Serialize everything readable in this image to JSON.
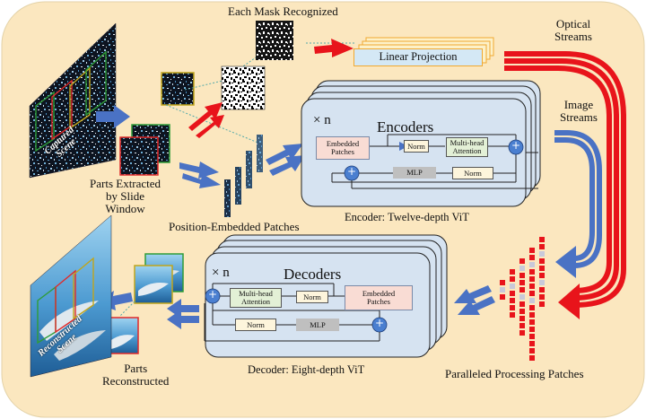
{
  "labels": {
    "each_mask": "Each Mask Recognized",
    "optical_streams": "Optical\nStreams",
    "image_streams": "Image\nStreams",
    "linear_projection": "Linear Projection",
    "captured_scene": "Captured\nScene",
    "parts_extracted": "Parts Extracted\nby Slide\nWindow",
    "position_embedded": "Position-Embedded Patches",
    "encoder_caption": "Encoder: Twelve-depth ViT",
    "paralleled": "Paralleled Processing Patches",
    "decoder_caption": "Decoder: Eight-depth ViT",
    "parts_reconstructed": "Parts\nReconstructed",
    "reconstructed_scene": "Reconstructed\nScene"
  },
  "encoder": {
    "times_n": "× n",
    "title": "Encoders",
    "embedded": "Embedded\nPatches",
    "norm1": "Norm",
    "attention": "Multi-head\nAttention",
    "mlp": "MLP",
    "norm2": "Norm",
    "plus": "+"
  },
  "decoder": {
    "times_n": "× n",
    "title": "Decoders",
    "attention": "Multi-head\nAttention",
    "norm1": "Norm",
    "embedded": "Embedded\nPatches",
    "norm2": "Norm",
    "mlp": "MLP",
    "plus": "+"
  },
  "colors": {
    "background": "#fbe7bf",
    "panel": "#d6e3f1",
    "optical_arrow": "#e8141b",
    "image_arrow": "#4a72c4",
    "plus": "#4a7fd0"
  }
}
